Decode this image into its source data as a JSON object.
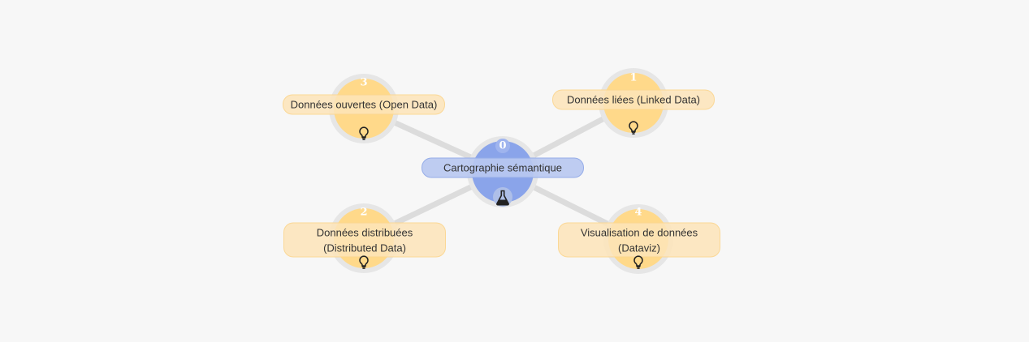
{
  "center": {
    "number": "0",
    "label": "Cartographie sémantique",
    "icon": "flask-icon"
  },
  "nodes": [
    {
      "number": "1",
      "label": "Données liées (Linked Data)",
      "icon": "lightbulb-icon"
    },
    {
      "number": "2",
      "label": "Données distribuées (Distributed Data)",
      "icon": "lightbulb-icon"
    },
    {
      "number": "3",
      "label": "Données ouvertes (Open Data)",
      "icon": "lightbulb-icon"
    },
    {
      "number": "4",
      "label": "Visualisation de données (Dataviz)",
      "icon": "lightbulb-icon"
    }
  ],
  "colors": {
    "background": "#f7f7f7",
    "center_fill": "#8aa4ea",
    "topic_fill": "#ffd98a",
    "edge": "#dcdcdc",
    "halo": "#e6e6e6"
  }
}
